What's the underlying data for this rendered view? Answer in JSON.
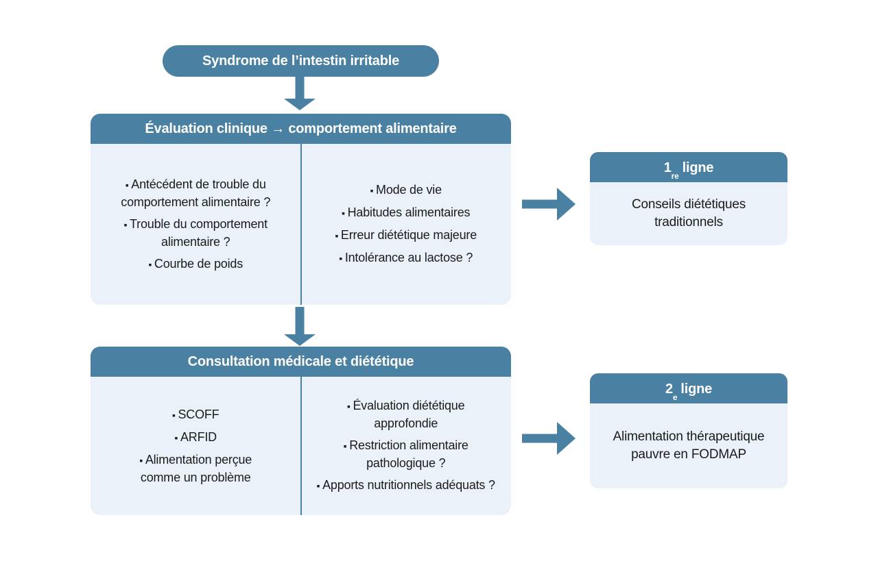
{
  "colors": {
    "teal": "#4a81a2",
    "light": "#eaf1f9",
    "text": "#1b1b1b"
  },
  "title_pill": "Syndrome de l’intestin irritable",
  "box_evaluation": {
    "header": "Évaluation clinique → comportement alimentaire",
    "left_items": [
      "Antécédent de trouble du comportement alimentaire ?",
      "Trouble du comportement alimentaire ?",
      "Courbe de poids"
    ],
    "right_items": [
      "Mode de vie",
      "Habitudes alimentaires",
      "Erreur diététique majeure",
      "Intolérance au lactose ?"
    ]
  },
  "box_consultation": {
    "header": "Consultation médicale et diététique",
    "left_items": [
      "SCOFF",
      "ARFID",
      "Alimentation perçue comme un problème"
    ],
    "right_items": [
      "Évaluation diététique approfondie",
      "Restriction alimentaire pathologique ?",
      "Apports nutritionnels adéquats ?"
    ]
  },
  "line1": {
    "header": {
      "num": "1",
      "sup": "re",
      "word": "ligne"
    },
    "body": "Conseils diététiques traditionnels"
  },
  "line2": {
    "header": {
      "num": "2",
      "sup": "e",
      "word": "ligne"
    },
    "body": "Alimentation thérapeutique pauvre en FODMAP"
  }
}
